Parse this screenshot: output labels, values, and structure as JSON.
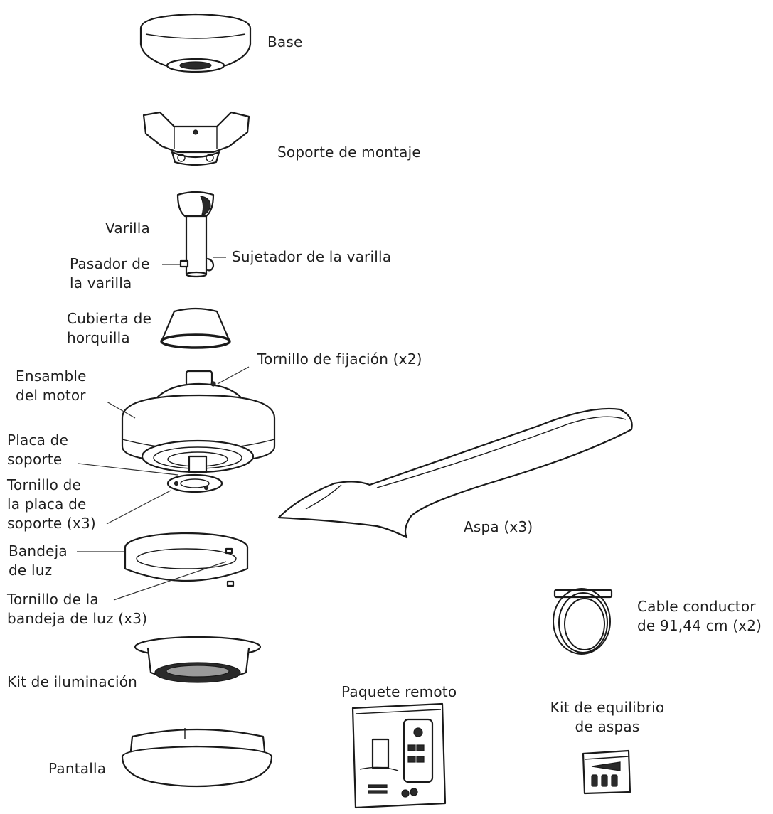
{
  "parts": {
    "base": "Base",
    "mounting_bracket": "Soporte de montaje",
    "downrod": "Varilla",
    "downrod_pin": [
      "Pasador de",
      "la varilla"
    ],
    "downrod_clip": "Sujetador de la varilla",
    "yoke_cover": [
      "Cubierta de",
      "horquilla"
    ],
    "set_screw": "Tornillo de fijación (x2)",
    "motor_assembly": [
      "Ensamble",
      "del motor"
    ],
    "mounting_plate": [
      "Placa de",
      "soporte"
    ],
    "mounting_plate_screw": [
      "Tornillo de",
      "la placa de",
      "soporte (x3)"
    ],
    "blade": "Aspa (x3)",
    "light_tray": [
      "Bandeja",
      "de luz"
    ],
    "light_tray_screw": [
      "Tornillo de la",
      "bandeja de luz (x3)"
    ],
    "lead_wire": [
      "Cable conductor",
      "de 91,44 cm (x2)"
    ],
    "light_kit": "Kit de iluminación",
    "remote_package": "Paquete remoto",
    "balance_kit": [
      "Kit de equilibrio",
      "de aspas"
    ],
    "shade": "Pantalla"
  }
}
